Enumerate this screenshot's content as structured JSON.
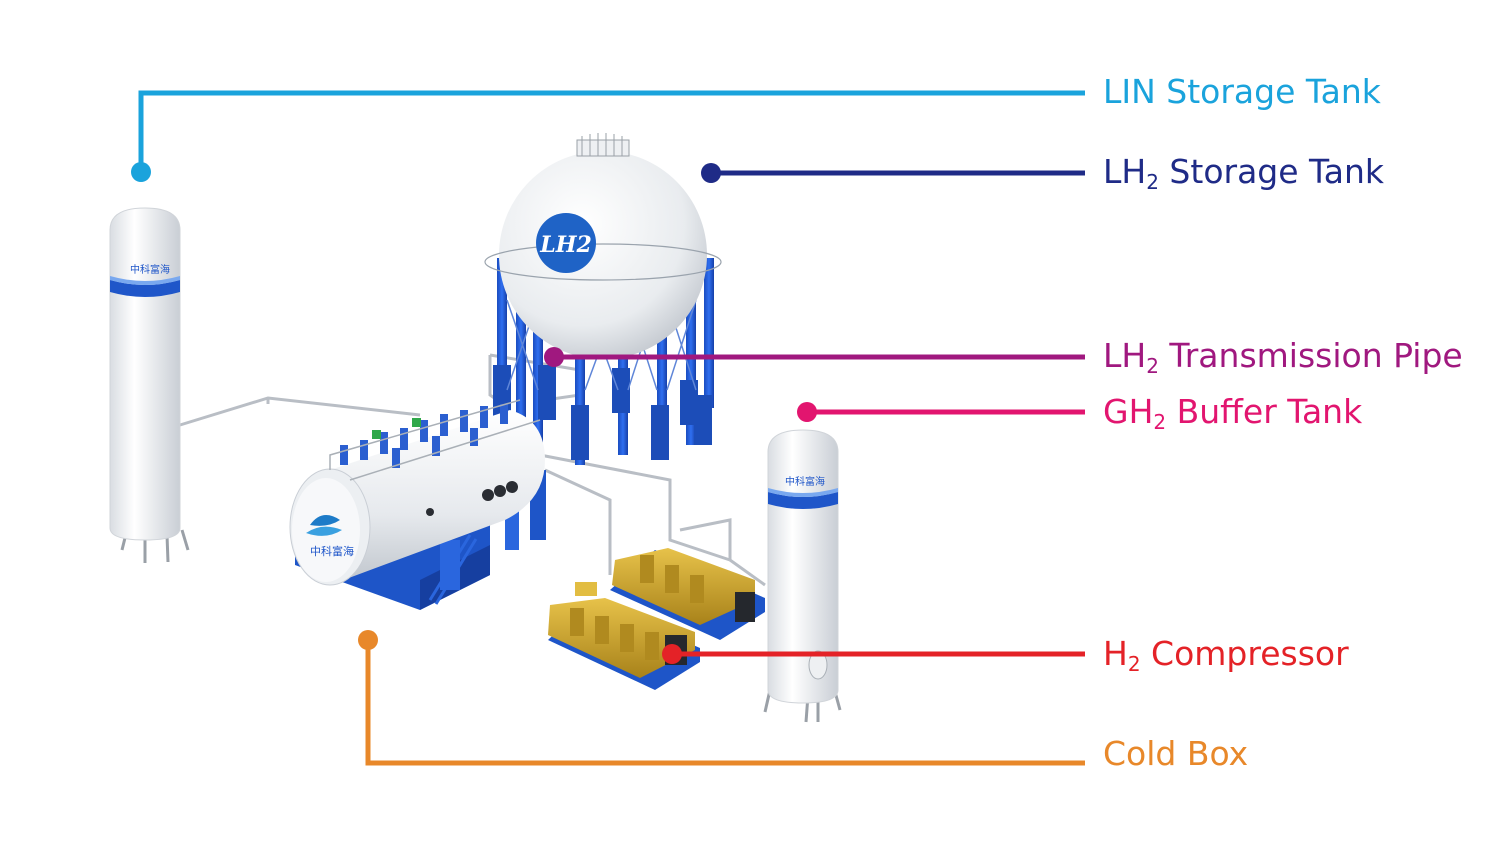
{
  "logo_texts": {
    "sphere_badge": "LH2",
    "company_mark": "中科富海"
  },
  "colors": {
    "lin": "#1aa3dc",
    "lh2_tank": "#1f2b87",
    "pipe": "#a0187f",
    "buffer": "#e2156f",
    "compressor": "#e42227",
    "coldbox": "#e8882a",
    "steel_blue": "#1e55c8",
    "vessel_white": "#f2f4f6",
    "machine_gold": "#c9a224"
  },
  "callouts": [
    {
      "id": "lin-storage-tank",
      "base": "LIN Storage Tank",
      "sub": "",
      "rest": "",
      "color": "#1aa3dc"
    },
    {
      "id": "lh2-storage-tank",
      "base": "LH",
      "sub": "2",
      "rest": " Storage Tank",
      "color": "#1f2b87"
    },
    {
      "id": "lh2-transmission-pipe",
      "base": "LH",
      "sub": "2",
      "rest": " Transmission Pipe",
      "color": "#a0187f"
    },
    {
      "id": "gh2-buffer-tank",
      "base": "GH",
      "sub": "2",
      "rest": " Buffer Tank",
      "color": "#e2156f"
    },
    {
      "id": "h2-compressor",
      "base": "H",
      "sub": "2",
      "rest": " Compressor",
      "color": "#e42227"
    },
    {
      "id": "cold-box",
      "base": "Cold Box",
      "sub": "",
      "rest": "",
      "color": "#e8882a"
    }
  ]
}
